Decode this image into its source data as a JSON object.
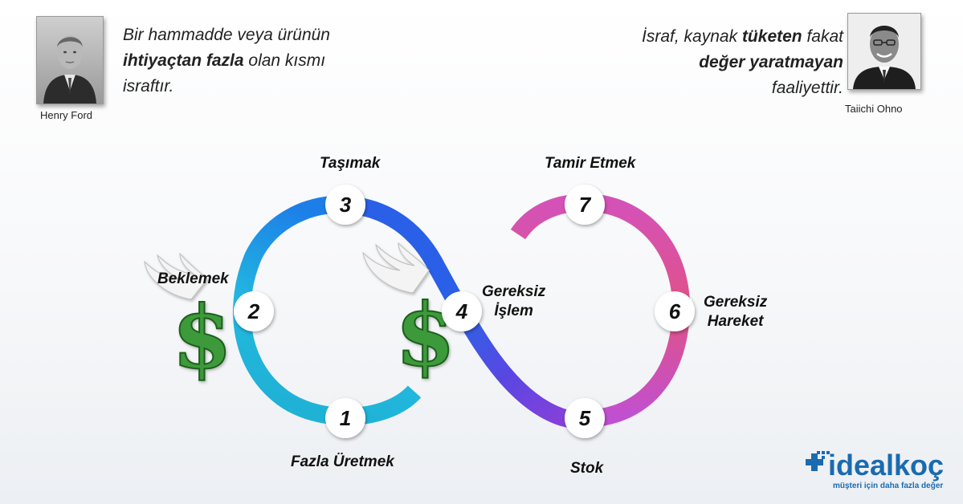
{
  "quotes": {
    "left": {
      "part1": "Bir hammadde veya ürünün",
      "bold": "ihtiyaçtan fazla",
      "part2": " olan kısmı",
      "part3": "israftır.",
      "author": "Henry Ford"
    },
    "right": {
      "part1": "İsraf, kaynak ",
      "bold1": "tüketen",
      "part2": " fakat",
      "bold2": "değer yaratmayan",
      "part3": "faaliyettir.",
      "author": "Taiichi Ohno"
    }
  },
  "nodes": [
    {
      "num": "1",
      "label": "Fazla Üretmek"
    },
    {
      "num": "2",
      "label": "Beklemek"
    },
    {
      "num": "3",
      "label": "Taşımak"
    },
    {
      "num": "4",
      "label_line1": "Gereksiz",
      "label_line2": "İşlem"
    },
    {
      "num": "5",
      "label": "Stok"
    },
    {
      "num": "6",
      "label_line1": "Gereksiz",
      "label_line2": "Hareket"
    },
    {
      "num": "7",
      "label": "Tamir Etmek"
    }
  ],
  "logo": {
    "name": "idealkoç",
    "tagline": "müşteri için daha fazla değer"
  },
  "colors": {
    "loop_left_start": "#1aa7d8",
    "loop_left_top": "#1f8fe6",
    "loop_mid": "#6a3fe0",
    "loop_right": "#d94c9a",
    "loop_right_end": "#c25ad0",
    "dollar_green": "#3d9a3a",
    "logo_blue": "#1a6bb0"
  },
  "icons": [
    "winged-dollar-icon",
    "henry-ford-photo",
    "taiichi-ohno-photo",
    "idealkoc-logo"
  ]
}
